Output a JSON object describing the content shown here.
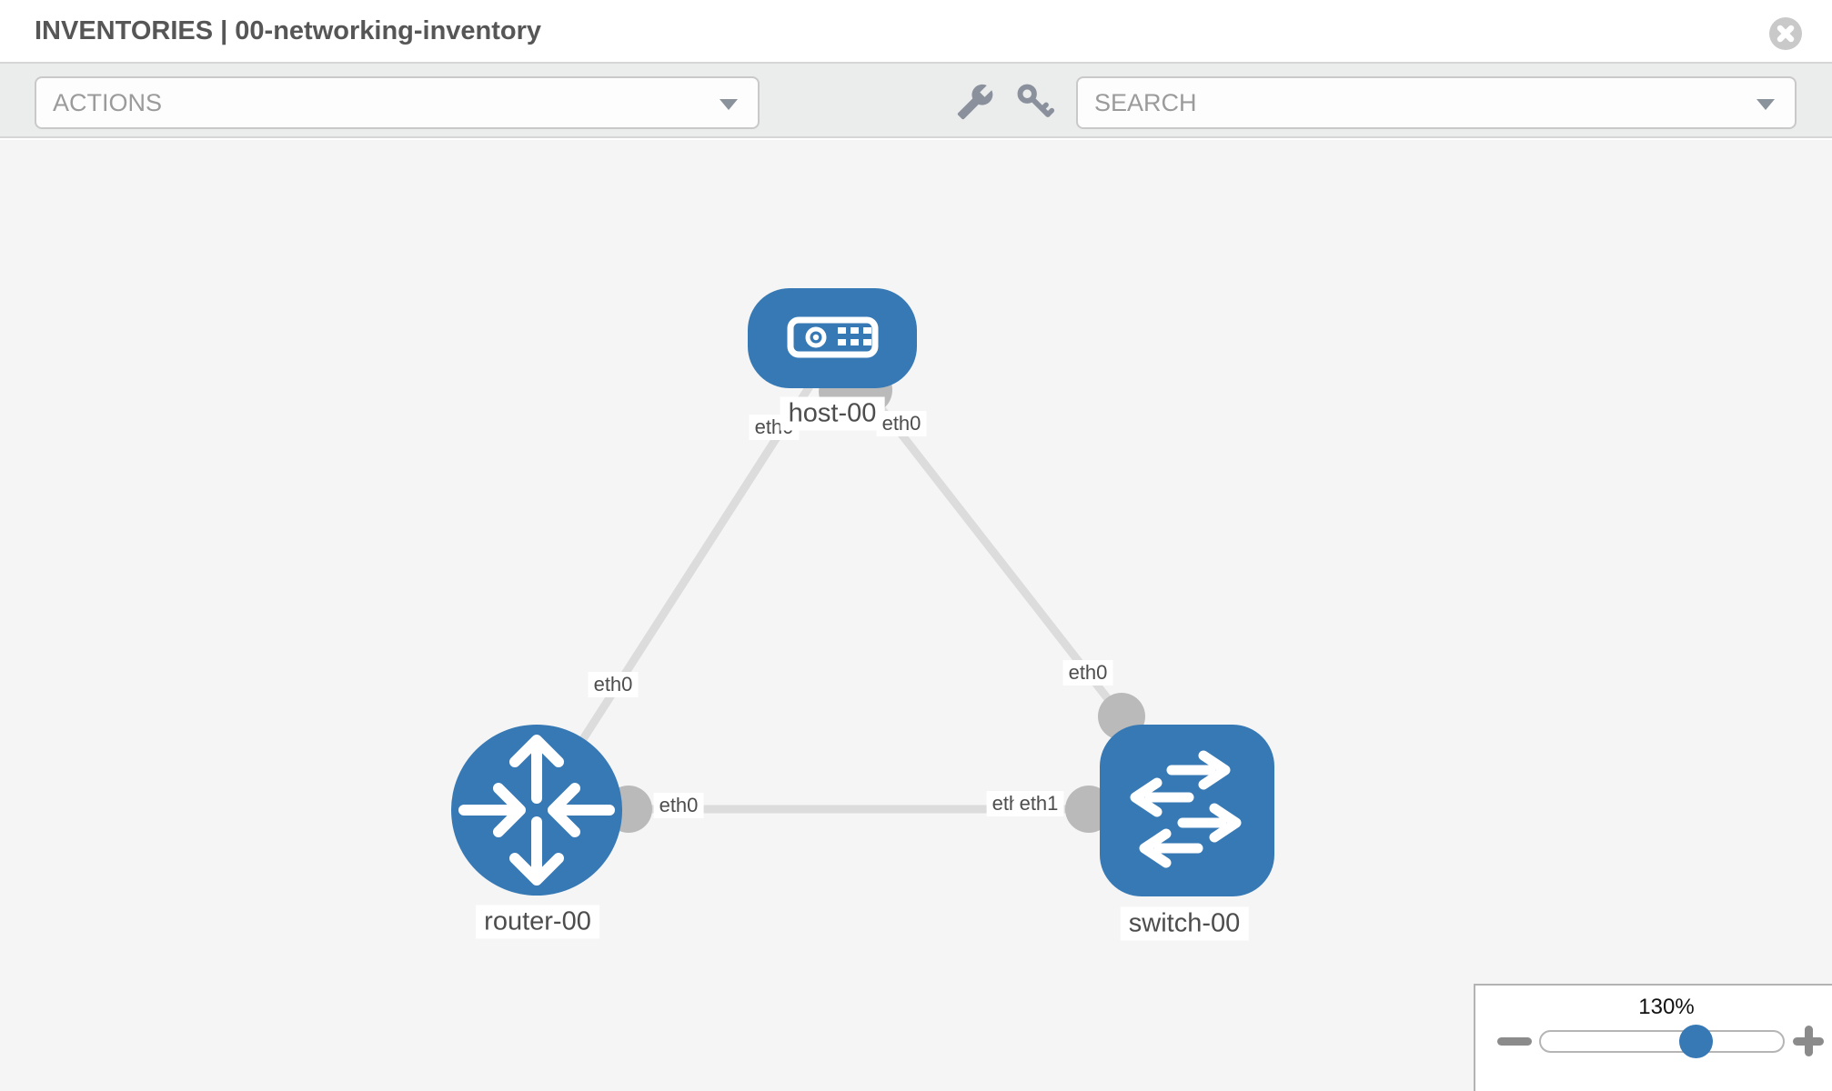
{
  "header": {
    "title": "INVENTORIES | 00-networking-inventory"
  },
  "toolbar": {
    "actions_label": "ACTIONS",
    "search_label": "SEARCH"
  },
  "topology": {
    "node_labels": {
      "host": "host-00",
      "router": "router-00",
      "switch": "switch-00"
    },
    "interface_labels": {
      "host_left": "eth0",
      "host_right": "eth0",
      "link_host_router_mid": "eth0",
      "link_host_switch_mid": "eth0",
      "link_router_switch_router_end": "eth0",
      "link_router_switch_switch_end_back": "eth0",
      "link_router_switch_switch_end_front": "eth1"
    }
  },
  "zoom_control": {
    "level": "130%"
  },
  "colors": {
    "node_blue": "#3679b5",
    "link_gray": "#dcdcdc",
    "port_gray": "#bababa",
    "toolbar_gray": "#ebecec",
    "canvas_gray": "#f5f5f5"
  }
}
